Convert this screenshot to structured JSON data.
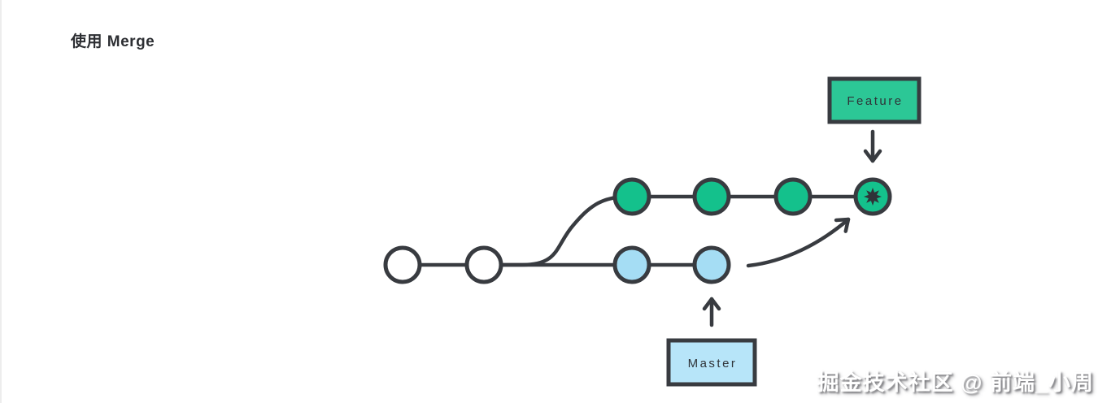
{
  "page": {
    "title": "使用 Merge",
    "watermark": "掘金技术社区 @ 前端_小周"
  },
  "diagram": {
    "type": "git-merge-branch-graph",
    "feature_branch": {
      "label": "Feature",
      "commit_count": 4,
      "last_commit_has_star_marker": true
    },
    "master_branch": {
      "label": "Master",
      "white_commit_count": 2,
      "blue_commit_count": 2
    },
    "arrows": [
      "feature-label-down-to-merge-commit",
      "master-branch-curved-up-to-merge-commit",
      "master-label-up-to-master-commit"
    ],
    "colors": {
      "feature_green": "#14c18c",
      "feature_box_green": "#2cc796",
      "master_blue": "#a5ddf4",
      "master_box_blue": "#b7e5f9",
      "node_white": "#ffffff",
      "line_dark": "#383b40"
    },
    "icons": {
      "merge_commit_star": "✸",
      "arrow_down": "↓",
      "arrow_up": "↑",
      "arrow_merge": "↗"
    }
  }
}
